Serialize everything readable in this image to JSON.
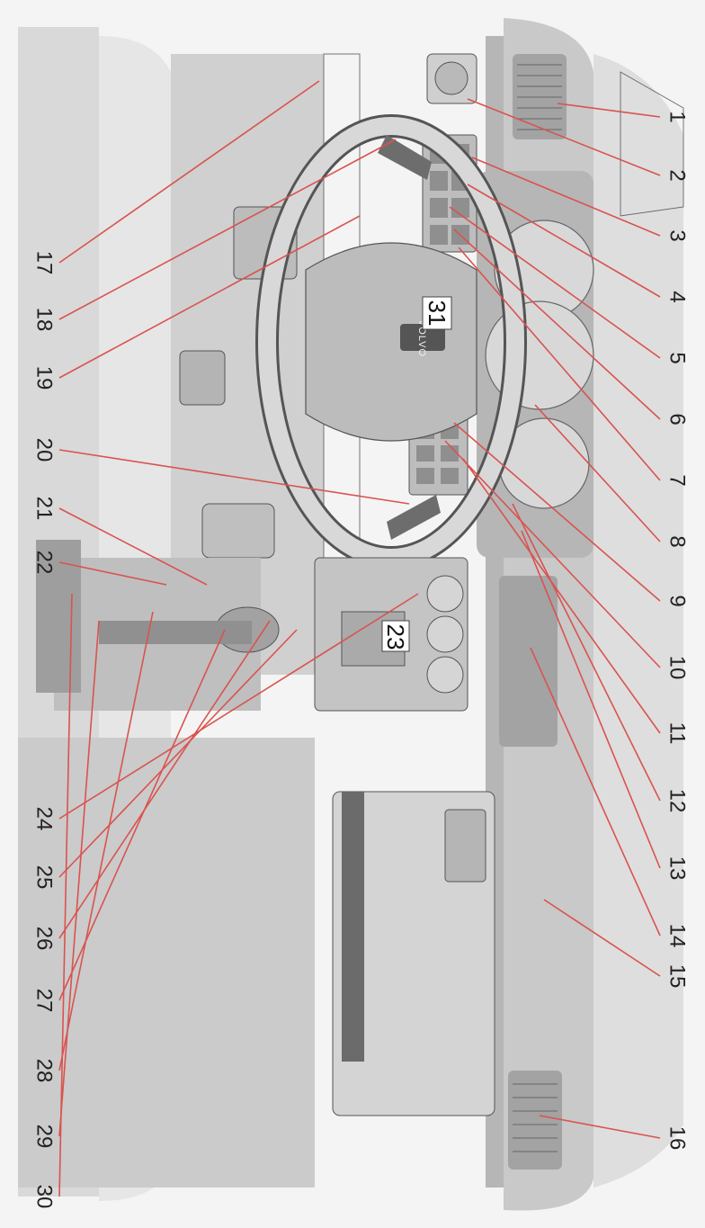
{
  "diagram": {
    "callout_numbers": [
      "1",
      "2",
      "3",
      "4",
      "5",
      "6",
      "7",
      "8",
      "9",
      "10",
      "11",
      "12",
      "13",
      "14",
      "15",
      "16",
      "17",
      "18",
      "19",
      "20",
      "21",
      "22",
      "23",
      "24",
      "25",
      "26",
      "27",
      "28",
      "29",
      "30",
      "31"
    ],
    "boxed_labels": {
      "steering_hub": "31",
      "center_console": "23"
    },
    "steering_brand": "VOLVO",
    "leader_color": "#d9534f"
  }
}
